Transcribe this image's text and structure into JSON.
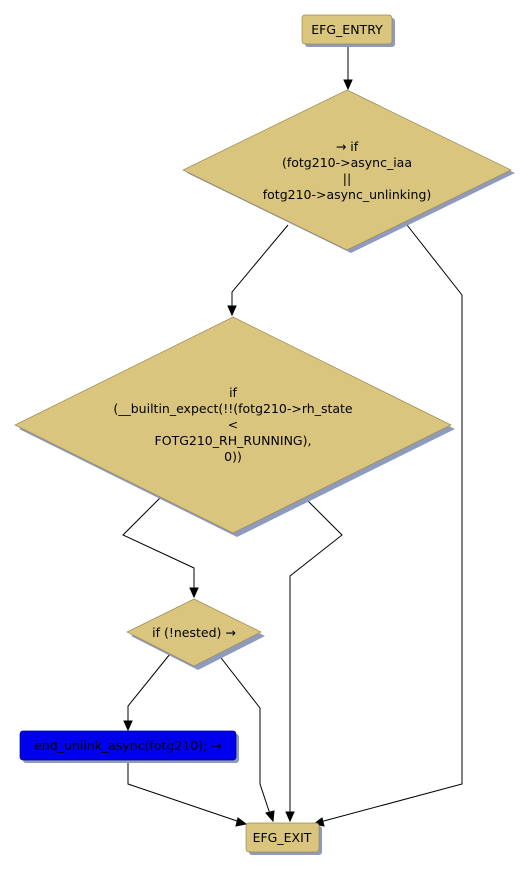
{
  "diagram": {
    "nodes": {
      "entry": {
        "lines": [
          "EFG_ENTRY"
        ],
        "shape": "rect",
        "fill": "#d9c57d"
      },
      "cond1": {
        "lines": [
          "→ if",
          "(fotg210->async_iaa",
          "||",
          "fotg210->async_unlinking)"
        ],
        "shape": "diamond",
        "fill": "#d9c57d"
      },
      "cond2": {
        "lines": [
          "if",
          "(__builtin_expect(!!(fotg210->rh_state",
          "<",
          "FOTG210_RH_RUNNING),",
          "0))"
        ],
        "shape": "diamond",
        "fill": "#d9c57d"
      },
      "cond3": {
        "lines": [
          "if (!nested) →"
        ],
        "shape": "diamond",
        "fill": "#d9c57d"
      },
      "call": {
        "lines": [
          "end_unlink_async(fotg210);  →"
        ],
        "shape": "rect",
        "fill": "#0000ee"
      },
      "exit": {
        "lines": [
          "EFG_EXIT"
        ],
        "shape": "rect",
        "fill": "#d9c57d"
      }
    },
    "shadow_color": "#8e9bbd",
    "edge_color": "#000000"
  }
}
